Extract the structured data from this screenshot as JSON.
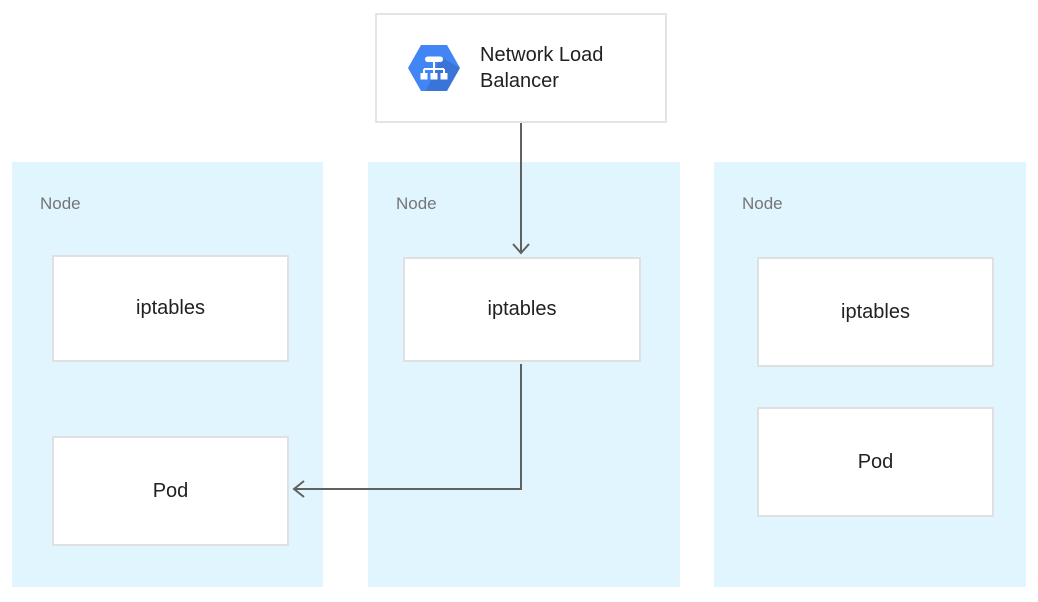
{
  "load_balancer": {
    "label": "Network Load Balancer",
    "icon": "load-balancer-hexagon-icon"
  },
  "nodes": [
    {
      "label": "Node",
      "boxes": [
        {
          "label": "iptables"
        },
        {
          "label": "Pod"
        }
      ]
    },
    {
      "label": "Node",
      "boxes": [
        {
          "label": "iptables"
        }
      ]
    },
    {
      "label": "Node",
      "boxes": [
        {
          "label": "iptables"
        },
        {
          "label": "Pod"
        }
      ]
    }
  ],
  "arrows": [
    {
      "name": "load-balancer-to-middle-iptables",
      "direction": "down"
    },
    {
      "name": "middle-iptables-to-left-pod",
      "direction": "down-then-left"
    }
  ],
  "colors": {
    "icon_blue": "#4285f4",
    "node_background": "#e1f5fe",
    "box_border": "#e0e0e0",
    "arrow_gray": "#616161",
    "text_dark": "#212121",
    "node_label_gray": "#757575"
  }
}
